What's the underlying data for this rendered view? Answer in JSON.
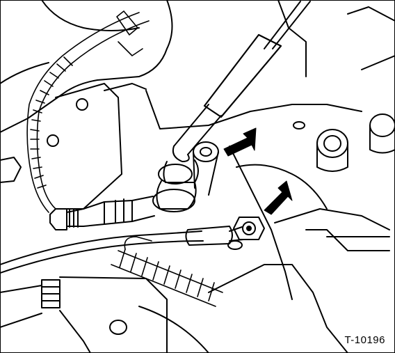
{
  "figure": {
    "code": "T-10196"
  },
  "colors": {
    "ink": "#000000",
    "paper": "#ffffff",
    "shade": "#000000"
  },
  "callouts": [
    {
      "name": "upper-arrow",
      "icon": "arrow-pointing-to-cable-ball-socket"
    },
    {
      "name": "lower-arrow",
      "icon": "arrow-pointing-to-ground-nut"
    }
  ]
}
